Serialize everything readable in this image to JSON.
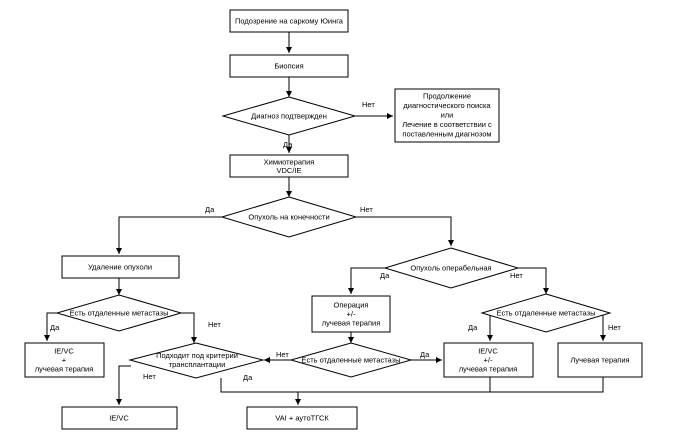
{
  "nodes": {
    "suspicion": [
      "Подозрение на саркому Юинга"
    ],
    "biopsy": [
      "Биопсия"
    ],
    "diag_confirmed": [
      "Диагноз подтвержден"
    ],
    "continue_search": [
      "Продолжение",
      "диагностического поиска",
      "или",
      "Лечение в соответствии с",
      "поставленным диагнозом"
    ],
    "chemo": [
      "Химиотерапия",
      "VDC/IE"
    ],
    "tumor_limb": [
      "Опухоль на конечности"
    ],
    "removal": [
      "Удаление опухоли"
    ],
    "operable": [
      "Опухоль операбельная"
    ],
    "mets_left": [
      "Есть отдаленные метастазы"
    ],
    "surgery": [
      "Операция",
      "+/-",
      "лучевая терапия"
    ],
    "mets_right": [
      "Есть отдаленные метастазы"
    ],
    "ievc_rt": [
      "IE/VC",
      "+",
      "лучевая терапия"
    ],
    "transplant": [
      "Подходит под критерии",
      "трансплантации"
    ],
    "mets_mid": [
      "Есть отдаленные метастазы"
    ],
    "ievc_rt2": [
      "IE/VC",
      "+/-",
      "лучевая терапия"
    ],
    "radiation": [
      "Лучевая терапия"
    ],
    "ievc": [
      "IE/VC"
    ],
    "vai": [
      "VAI + аутоТГСК"
    ]
  },
  "edges": {
    "no_diag": "Нет",
    "yes_diag": "Да",
    "yes_limb": "Да",
    "no_limb": "Нет",
    "yes_oper": "Да",
    "no_oper": "Нет",
    "yes_mets_left": "Да",
    "no_mets_left": "Нет",
    "yes_mets_right": "Да",
    "no_mets_right": "Нет",
    "no_mets_mid": "Нет",
    "yes_mets_mid": "Да",
    "no_transplant": "Нет",
    "yes_transplant": "Да"
  }
}
